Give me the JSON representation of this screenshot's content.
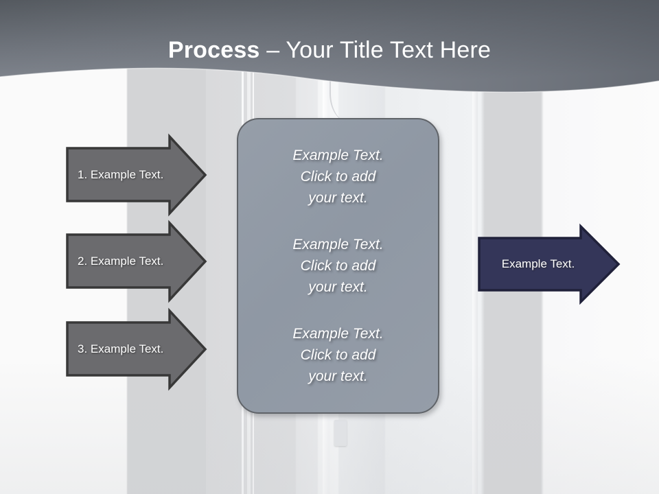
{
  "slide": {
    "title": {
      "bold_part": "Process",
      "rest_part": " – Your Title Text Here"
    },
    "colors": {
      "header_gradient_top": "#5a5f67",
      "header_gradient_bottom": "#8a8f98",
      "gray_arrow_fill": "#6b6b6e",
      "gray_arrow_border": "#383838",
      "navy_arrow_fill": "#343659",
      "navy_arrow_border": "#20213a",
      "panel_fill": "#9099a5",
      "panel_border": "#5f6368",
      "text_white": "#ffffff"
    },
    "steps": [
      {
        "label": "1. Example Text."
      },
      {
        "label": "2. Example Text."
      },
      {
        "label": "3. Example Text."
      }
    ],
    "center_panel": {
      "blocks": [
        "Example Text. Click  to add your text.",
        "Example Text. Click  to add your text.",
        "Example Text. Click  to add your text."
      ],
      "block_lines": [
        [
          "Example Text.",
          "Click  to add",
          "your text."
        ],
        [
          "Example Text.",
          "Click  to add",
          "your text."
        ],
        [
          "Example Text.",
          "Click  to add",
          "your text."
        ]
      ]
    },
    "result": {
      "label": "Example Text."
    }
  }
}
